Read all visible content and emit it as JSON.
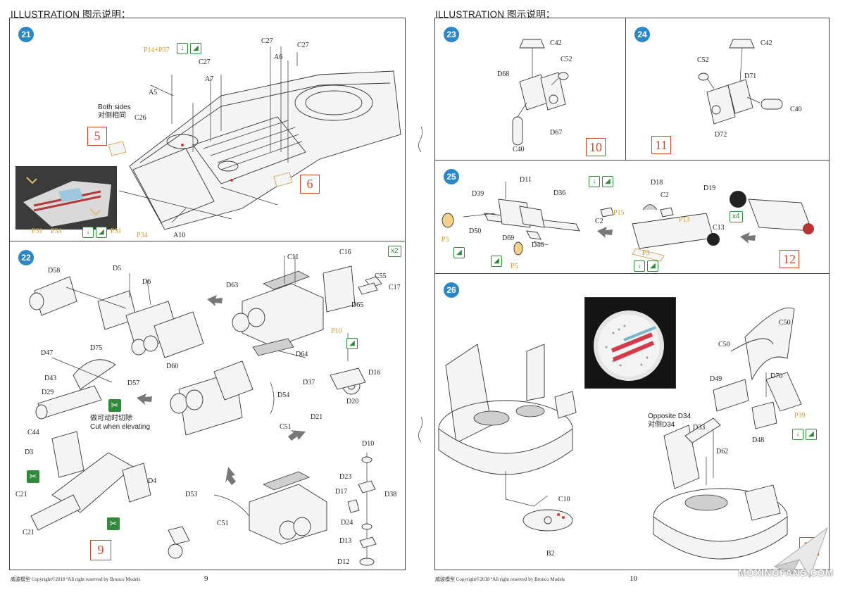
{
  "header": {
    "left_title": "ILLUSTRATION 图示说明：",
    "right_title": "ILLUSTRATION 图示说明："
  },
  "steps": {
    "s21": {
      "number": "21",
      "labels": {
        "p14p37": "P14+P37",
        "a5": "A5",
        "c27a": "C27",
        "c27b": "C27",
        "a6": "A6",
        "c27c": "C27",
        "a7": "A7",
        "c26": "C26",
        "p31a": "P31",
        "p34a": "P34",
        "p31b": "P31",
        "p34b": "P34",
        "a10": "A10"
      },
      "note": "Both sides\n对侧相同",
      "box_a": "5",
      "box_b": "6"
    },
    "s22": {
      "number": "22",
      "labels": {
        "d58": "D58",
        "d5": "D5",
        "d6": "D6",
        "d60": "D60",
        "c11": "C11",
        "d63": "D63",
        "d65": "D65",
        "d64": "D64",
        "c16": "C16",
        "c55": "C55",
        "c17": "C17",
        "x2": "x2",
        "p10": "P10",
        "d16": "D16",
        "d37": "D37",
        "d20": "D20",
        "d21": "D21",
        "d47": "D47",
        "d75": "D75",
        "d43": "D43",
        "d57": "D57",
        "d29": "D29",
        "c44": "C44",
        "d3": "D3",
        "d54": "D54",
        "c51a": "C51",
        "d4": "D4",
        "c21a": "C21",
        "c21b": "C21",
        "d53": "D53",
        "c51b": "C51",
        "d10": "D10",
        "d23": "D23",
        "d17": "D17",
        "d38": "D38",
        "d24": "D24",
        "d13": "D13",
        "d12": "D12"
      },
      "note": "做可动时切除\nCut when elevating",
      "box": "9"
    },
    "s23": {
      "number": "23",
      "labels": {
        "c42": "C42",
        "c52": "C52",
        "d68": "D68",
        "d67": "D67",
        "c40": "C40"
      },
      "box": "10"
    },
    "s24": {
      "number": "24",
      "labels": {
        "c42": "C42",
        "c52": "C52",
        "d71": "D71",
        "c40": "C40",
        "d72": "D72"
      },
      "box": "11"
    },
    "s25": {
      "number": "25",
      "labels": {
        "d11": "D11",
        "d39": "D39",
        "d36": "D36",
        "d18": "D18",
        "d19": "D19",
        "c2a": "C2",
        "p15": "P15",
        "p13": "P13",
        "c2b": "C2",
        "c13": "C13",
        "x4": "x4",
        "d50": "D50",
        "d69": "D69",
        "d46": "D46",
        "p5a": "P5",
        "p5b": "P5",
        "p3": "P3"
      },
      "box": "12"
    },
    "s26": {
      "number": "26",
      "labels": {
        "c50a": "C50",
        "c50b": "C50",
        "d49": "D49",
        "d70": "D70",
        "p39": "P39",
        "d48": "D48",
        "d33": "D33",
        "d62": "D62",
        "c10": "C10",
        "b2": "B2"
      },
      "note": "Opposite D34\n对侧D34",
      "box": "13"
    }
  },
  "footer": {
    "left_brand": "威骏模型",
    "left_copy": "Copyright©2018  ªAll right reserved by Bronco Models",
    "left_page": "9",
    "right_brand": "威骏模型",
    "right_copy": "Copyright©2018  ªAll right reserved by Bronco Models",
    "right_page": "10"
  },
  "watermark": "MOXINGFANS.COM",
  "colors": {
    "step_circle": "#2a87c8",
    "part_label_photoetch": "#d39a2b",
    "step_box": "#d04a2a",
    "icon_green": "#2f8a3a"
  },
  "icons": {
    "glue": "glue-icon",
    "cement": "cement-icon",
    "cut": "cut-icon",
    "arrow": "direction-arrow-icon"
  }
}
